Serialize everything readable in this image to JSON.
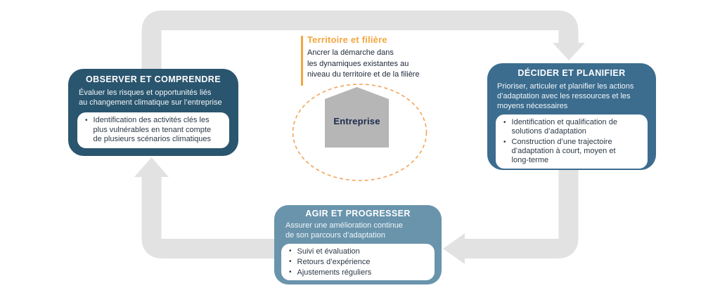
{
  "colors": {
    "band": "#e2e2e2",
    "box_observer": "#2a556e",
    "box_decider": "#3c6d8f",
    "box_agir": "#6994ac",
    "accent_orange": "#f5a53f",
    "dash_orange": "#f2a45a",
    "house_gray": "#b6b6b6",
    "center_text": "#212c3d",
    "card_text": "#2c3947",
    "entity_text": "#1b2b4d"
  },
  "bullet_glyph": "•",
  "cards": {
    "observer": {
      "title": "OBSERVER ET COMPRENDRE",
      "subtitle": "Évaluer les risques et opportunités liés\nau changement climatique sur l’entreprise",
      "bullets": [
        "Identification des activités clés les\nplus vulnérables en tenant compte\nde plusieurs scénarios climatiques"
      ]
    },
    "decider": {
      "title": "DÉCIDER ET PLANIFIER",
      "subtitle": "Prioriser, articuler et planifier les actions\nd’adaptation avec les ressources et les\nmoyens nécessaires",
      "bullets": [
        "Identification et qualification de\nsolutions d’adaptation",
        "Construction d’une trajectoire\nd’adaptation à court, moyen et\nlong-terme"
      ]
    },
    "agir": {
      "title": "AGIR ET PROGRESSER",
      "subtitle": "Assurer une amélioration continue\nde son parcours d’adaptation",
      "bullets": [
        "Suivi et évaluation",
        "Retours d’expérience",
        "Ajustements réguliers"
      ]
    }
  },
  "center": {
    "title": "Territoire et filière",
    "description": "Ancrer la démarche dans\nles dynamiques existantes au\nniveau du territoire et de la filière",
    "entity": "Entreprise"
  }
}
